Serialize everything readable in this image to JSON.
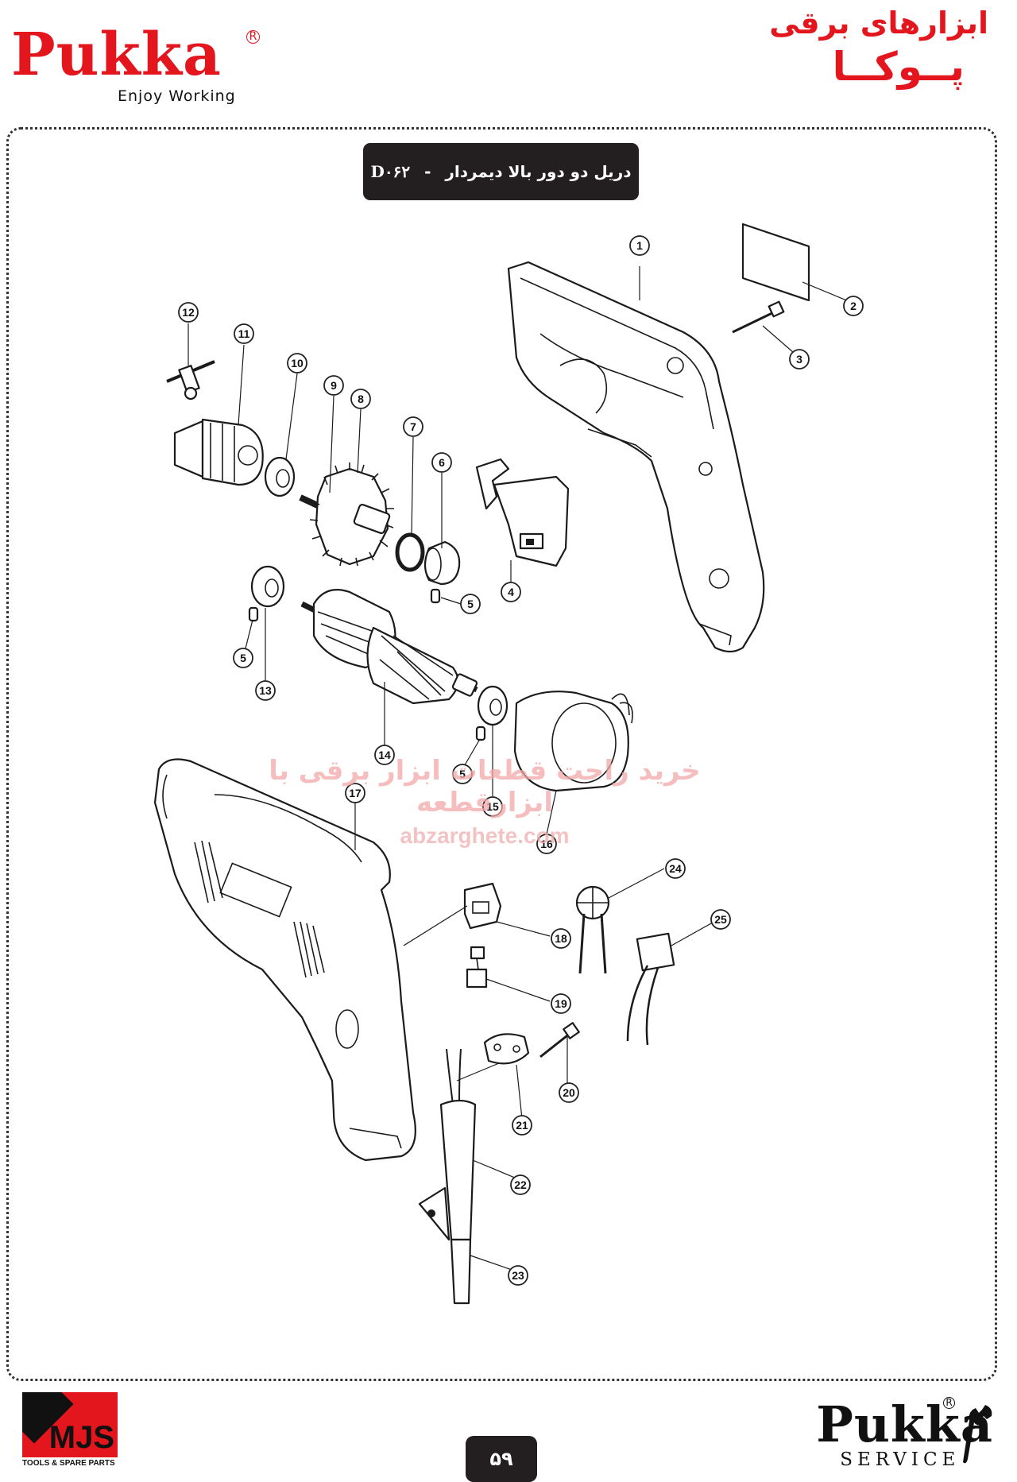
{
  "header": {
    "brand": "Pukka",
    "tagline": "Enjoy Working",
    "fa_line1": "ابزارهای برقی",
    "fa_line2": "پــوکــا"
  },
  "title_box": {
    "model": "D۰۶۲",
    "separator": "-",
    "description": "دریل دو دور بالا دیمردار"
  },
  "watermark": {
    "text": "خرید راحت قطعات ابزار برقی با ابزارقطعه",
    "url": "abzarghete.com"
  },
  "callouts": [
    "1",
    "2",
    "3",
    "4",
    "5",
    "5",
    "5",
    "6",
    "7",
    "8",
    "9",
    "10",
    "11",
    "12",
    "13",
    "14",
    "15",
    "16",
    "17",
    "18",
    "19",
    "20",
    "21",
    "22",
    "23",
    "24",
    "25"
  ],
  "footer": {
    "mjs_caption": "TOOLS & SPARE PARTS",
    "mjs_text": "MJS",
    "page_number": "۵۹",
    "service_brand": "Pukka",
    "service_word": "SERVICE"
  },
  "colors": {
    "brand_red": "#e3151d",
    "dark_box": "#231f20"
  }
}
